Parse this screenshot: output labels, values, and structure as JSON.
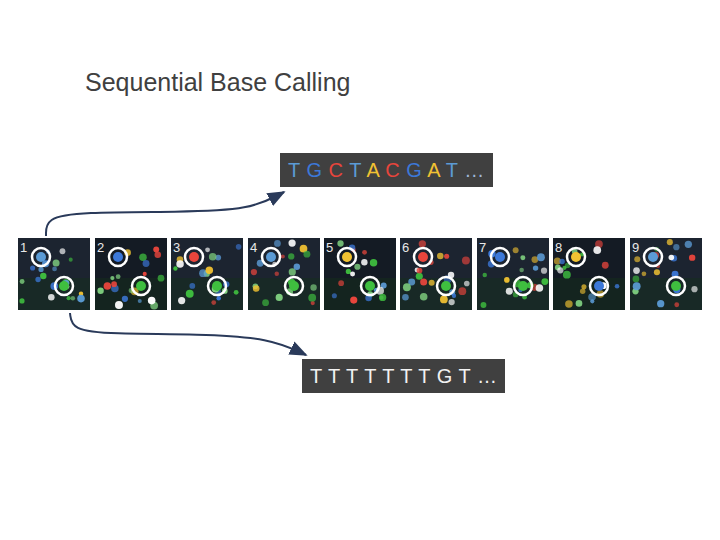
{
  "diagram": {
    "title": "Sequential Base Calling",
    "nodes": [
      {
        "text": [
          "T G C T A C G A T …"
        ]
      },
      {
        "text": [
          "T T T T T T T G T …"
        ]
      }
    ],
    "labels": [
      "1",
      "2",
      "3",
      "4",
      "5",
      "6",
      "7",
      "8",
      "9"
    ]
  }
}
